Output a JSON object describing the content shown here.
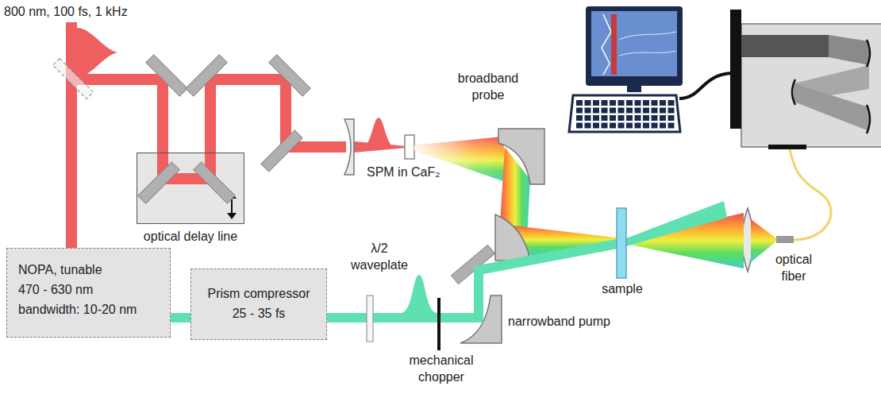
{
  "diagram": {
    "nodes": [
      {
        "text": [
          "optical delay line"
        ]
      },
      {
        "text": [
          "NOPA, tunable",
          "470 - 630 nm",
          "bandwidth: 10-20 nm"
        ]
      },
      {
        "text": [
          "Prism compressor",
          "25 - 35 fs"
        ]
      }
    ],
    "edges": [
      {
        "from": 1,
        "to": 2,
        "arrow": "none"
      }
    ],
    "labels": [
      "800 nm, 100 fs, 1 kHz",
      "broadband probe",
      "SPM in CaF₂",
      "λ/2 waveplate",
      "mechanical chopper",
      "narrowband pump",
      "sample",
      "optical fiber"
    ]
  }
}
